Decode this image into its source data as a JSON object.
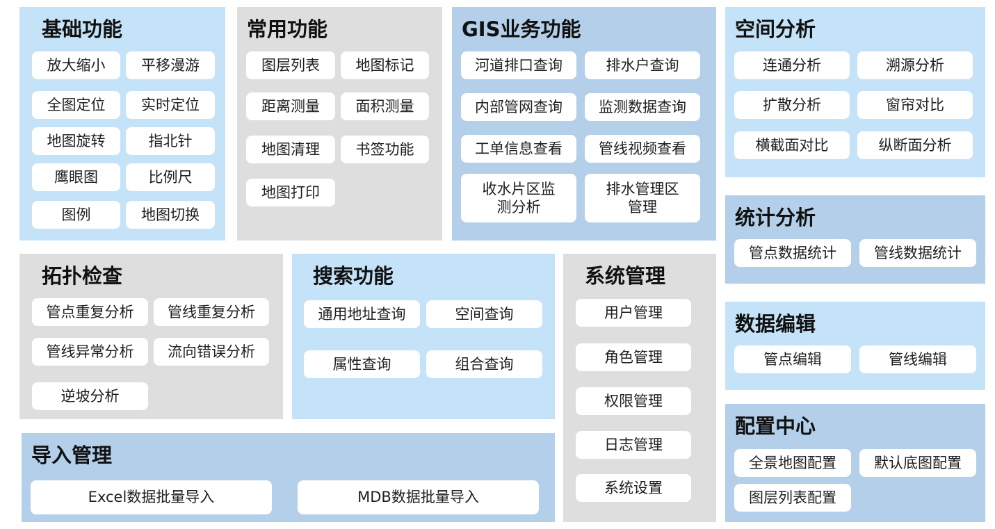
{
  "panels": {
    "basic": {
      "title": "基础功能",
      "items": [
        "放大缩小",
        "平移漫游",
        "全图定位",
        "实时定位",
        "地图旋转",
        "指北针",
        "鹰眼图",
        "比例尺",
        "图例",
        "地图切换"
      ]
    },
    "common": {
      "title": "常用功能",
      "items": [
        "图层列表",
        "地图标记",
        "距离测量",
        "面积测量",
        "地图清理",
        "书签功能",
        "地图打印"
      ]
    },
    "gis": {
      "title": "GIS业务功能",
      "items": [
        "河道排口查询",
        "排水户查询",
        "内部管网查询",
        "监测数据查询",
        "工单信息查看",
        "管线视频查看",
        "收水片区监\n测分析",
        "排水管理区\n管理"
      ]
    },
    "spatial": {
      "title": "空间分析",
      "items": [
        "连通分析",
        "溯源分析",
        "扩散分析",
        "窗帘对比",
        "横截面对比",
        "纵断面分析"
      ]
    },
    "stats": {
      "title": "统计分析",
      "items": [
        "管点数据统计",
        "管线数据统计"
      ]
    },
    "edit": {
      "title": "数据编辑",
      "items": [
        "管点编辑",
        "管线编辑"
      ]
    },
    "config": {
      "title": "配置中心",
      "items": [
        "全景地图配置",
        "默认底图配置",
        "图层列表配置"
      ]
    },
    "topo": {
      "title": "拓扑检查",
      "items": [
        "管点重复分析",
        "管线重复分析",
        "管线异常分析",
        "流向错误分析",
        "逆坡分析"
      ]
    },
    "search": {
      "title": "搜索功能",
      "items": [
        "通用地址查询",
        "空间查询",
        "属性查询",
        "组合查询"
      ]
    },
    "system": {
      "title": "系统管理",
      "items": [
        "用户管理",
        "角色管理",
        "权限管理",
        "日志管理",
        "系统设置"
      ]
    },
    "import": {
      "title": "导入管理",
      "items": [
        "Excel数据批量导入",
        "MDB数据批量导入"
      ]
    }
  },
  "colors": {
    "light_blue": "#c5e3f8",
    "grey": "#dedede",
    "mid_blue": "#b3cfea",
    "button": "#ffffff"
  }
}
